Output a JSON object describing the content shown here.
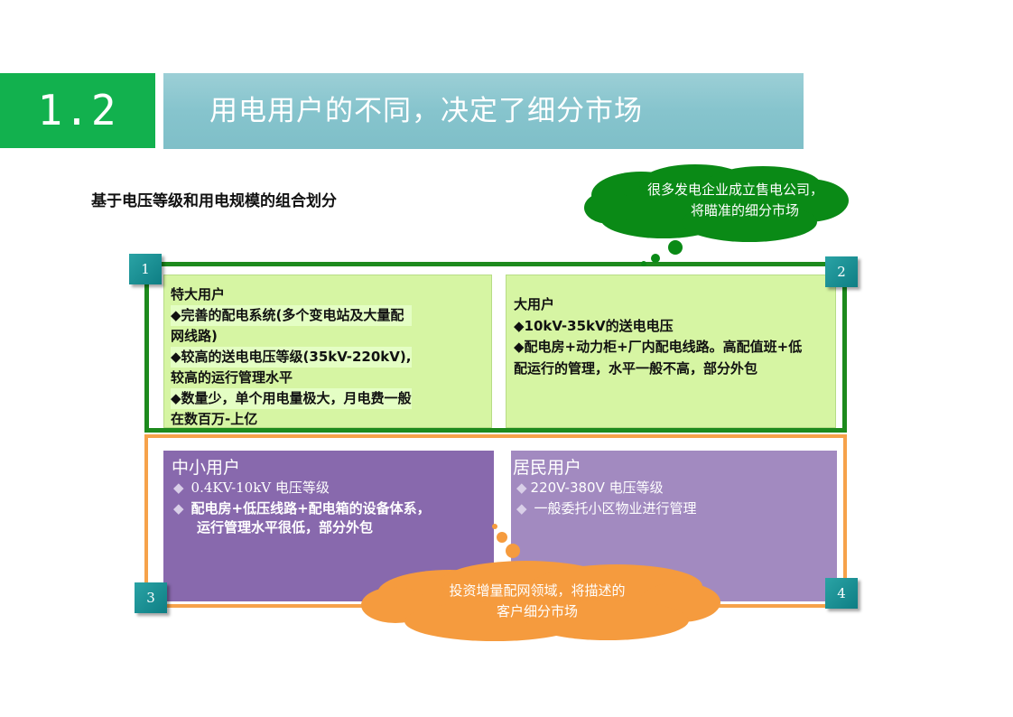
{
  "header": {
    "section_number": "1.2",
    "title": "用电用户的不同，决定了细分市场"
  },
  "subtitle": "基于电压等级和用电规模的组合划分",
  "green_cloud": {
    "line1": "很多发电企业成立售电公司，",
    "line2": "将瞄准的细分市场"
  },
  "orange_cloud": {
    "line1": "投资增量配网领域，将描述的",
    "line2": "客户细分市场"
  },
  "badges": [
    "1",
    "2",
    "3",
    "4"
  ],
  "quadrants": {
    "q1": {
      "title": "特大用户",
      "lines": [
        "◆完善的配电系统(多个变电站及大量配",
        "网线路)",
        "◆较高的送电电压等级(35kV-220kV),",
        "较高的运行管理水平",
        "◆数量少，单个用电量极大，月电费一般",
        "在数百万-上亿"
      ]
    },
    "q2": {
      "title": "大用户",
      "lines": [
        "◆10kV-35kV的送电电压",
        "◆配电房+动力柜+厂内配电线路。高配值班+低",
        "配运行的管理，水平一般不高，部分外包"
      ]
    },
    "q3": {
      "title": "中小用户",
      "item1": "0.4KV-10kV 电压等级",
      "item2_line1": "配电房+低压线路+配电箱的设备体系，",
      "item2_line2": "运行管理水平很低，部分外包"
    },
    "q4": {
      "title": "居民用户",
      "item1": "220V-380V  电压等级",
      "item2": "一般委托小区物业进行管理"
    }
  },
  "colors": {
    "section_green": "#12b14e",
    "title_teal": "#86c4cd",
    "frame_green": "#1d8a1d",
    "frame_orange": "#f6a24a",
    "quad_green": "#d6f5a3",
    "quad_purple_dark": "#8869ad",
    "quad_purple_light": "#a28ac0",
    "cloud_green": "#0a8a16",
    "cloud_orange": "#f59b3e",
    "badge_teal": "#1a9196"
  }
}
